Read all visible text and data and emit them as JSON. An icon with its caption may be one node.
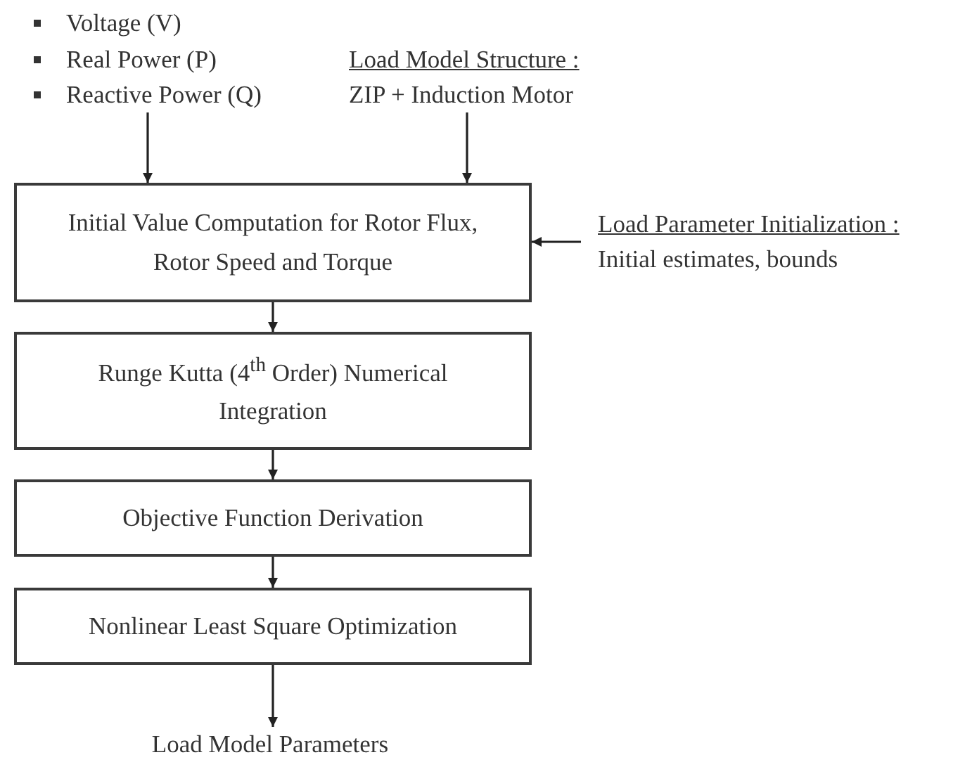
{
  "diagram": {
    "nodes": [
      {
        "text": [
          "Voltage (V)",
          "Real Power (P)",
          "Reactive Power (Q)"
        ]
      },
      {
        "text": [
          "Load Model Structure :",
          "ZIP + Induction Motor"
        ]
      },
      {
        "text": [
          "Initial Value Computation for Rotor Flux, Rotor Speed and Torque"
        ]
      },
      {
        "text": [
          "Load Parameter Initialization :",
          "Initial estimates, bounds"
        ]
      },
      {
        "text": [
          "Runge Kutta (4$^{th}$ Order) Numerical Integration"
        ]
      },
      {
        "text": [
          "Objective Function Derivation"
        ]
      },
      {
        "text": [
          "Nonlinear Least Square Optimization"
        ]
      },
      {
        "text": [
          "Load Model Parameters"
        ]
      }
    ],
    "edges": [
      {
        "from": 0,
        "to": 2,
        "arrow": "to"
      },
      {
        "from": 1,
        "to": 2,
        "arrow": "to"
      },
      {
        "from": 3,
        "to": 2,
        "arrow": "to"
      },
      {
        "from": 2,
        "to": 4,
        "arrow": "to"
      },
      {
        "from": 4,
        "to": 5,
        "arrow": "to"
      },
      {
        "from": 5,
        "to": 6,
        "arrow": "to"
      },
      {
        "from": 6,
        "to": 7,
        "arrow": "to"
      }
    ]
  }
}
